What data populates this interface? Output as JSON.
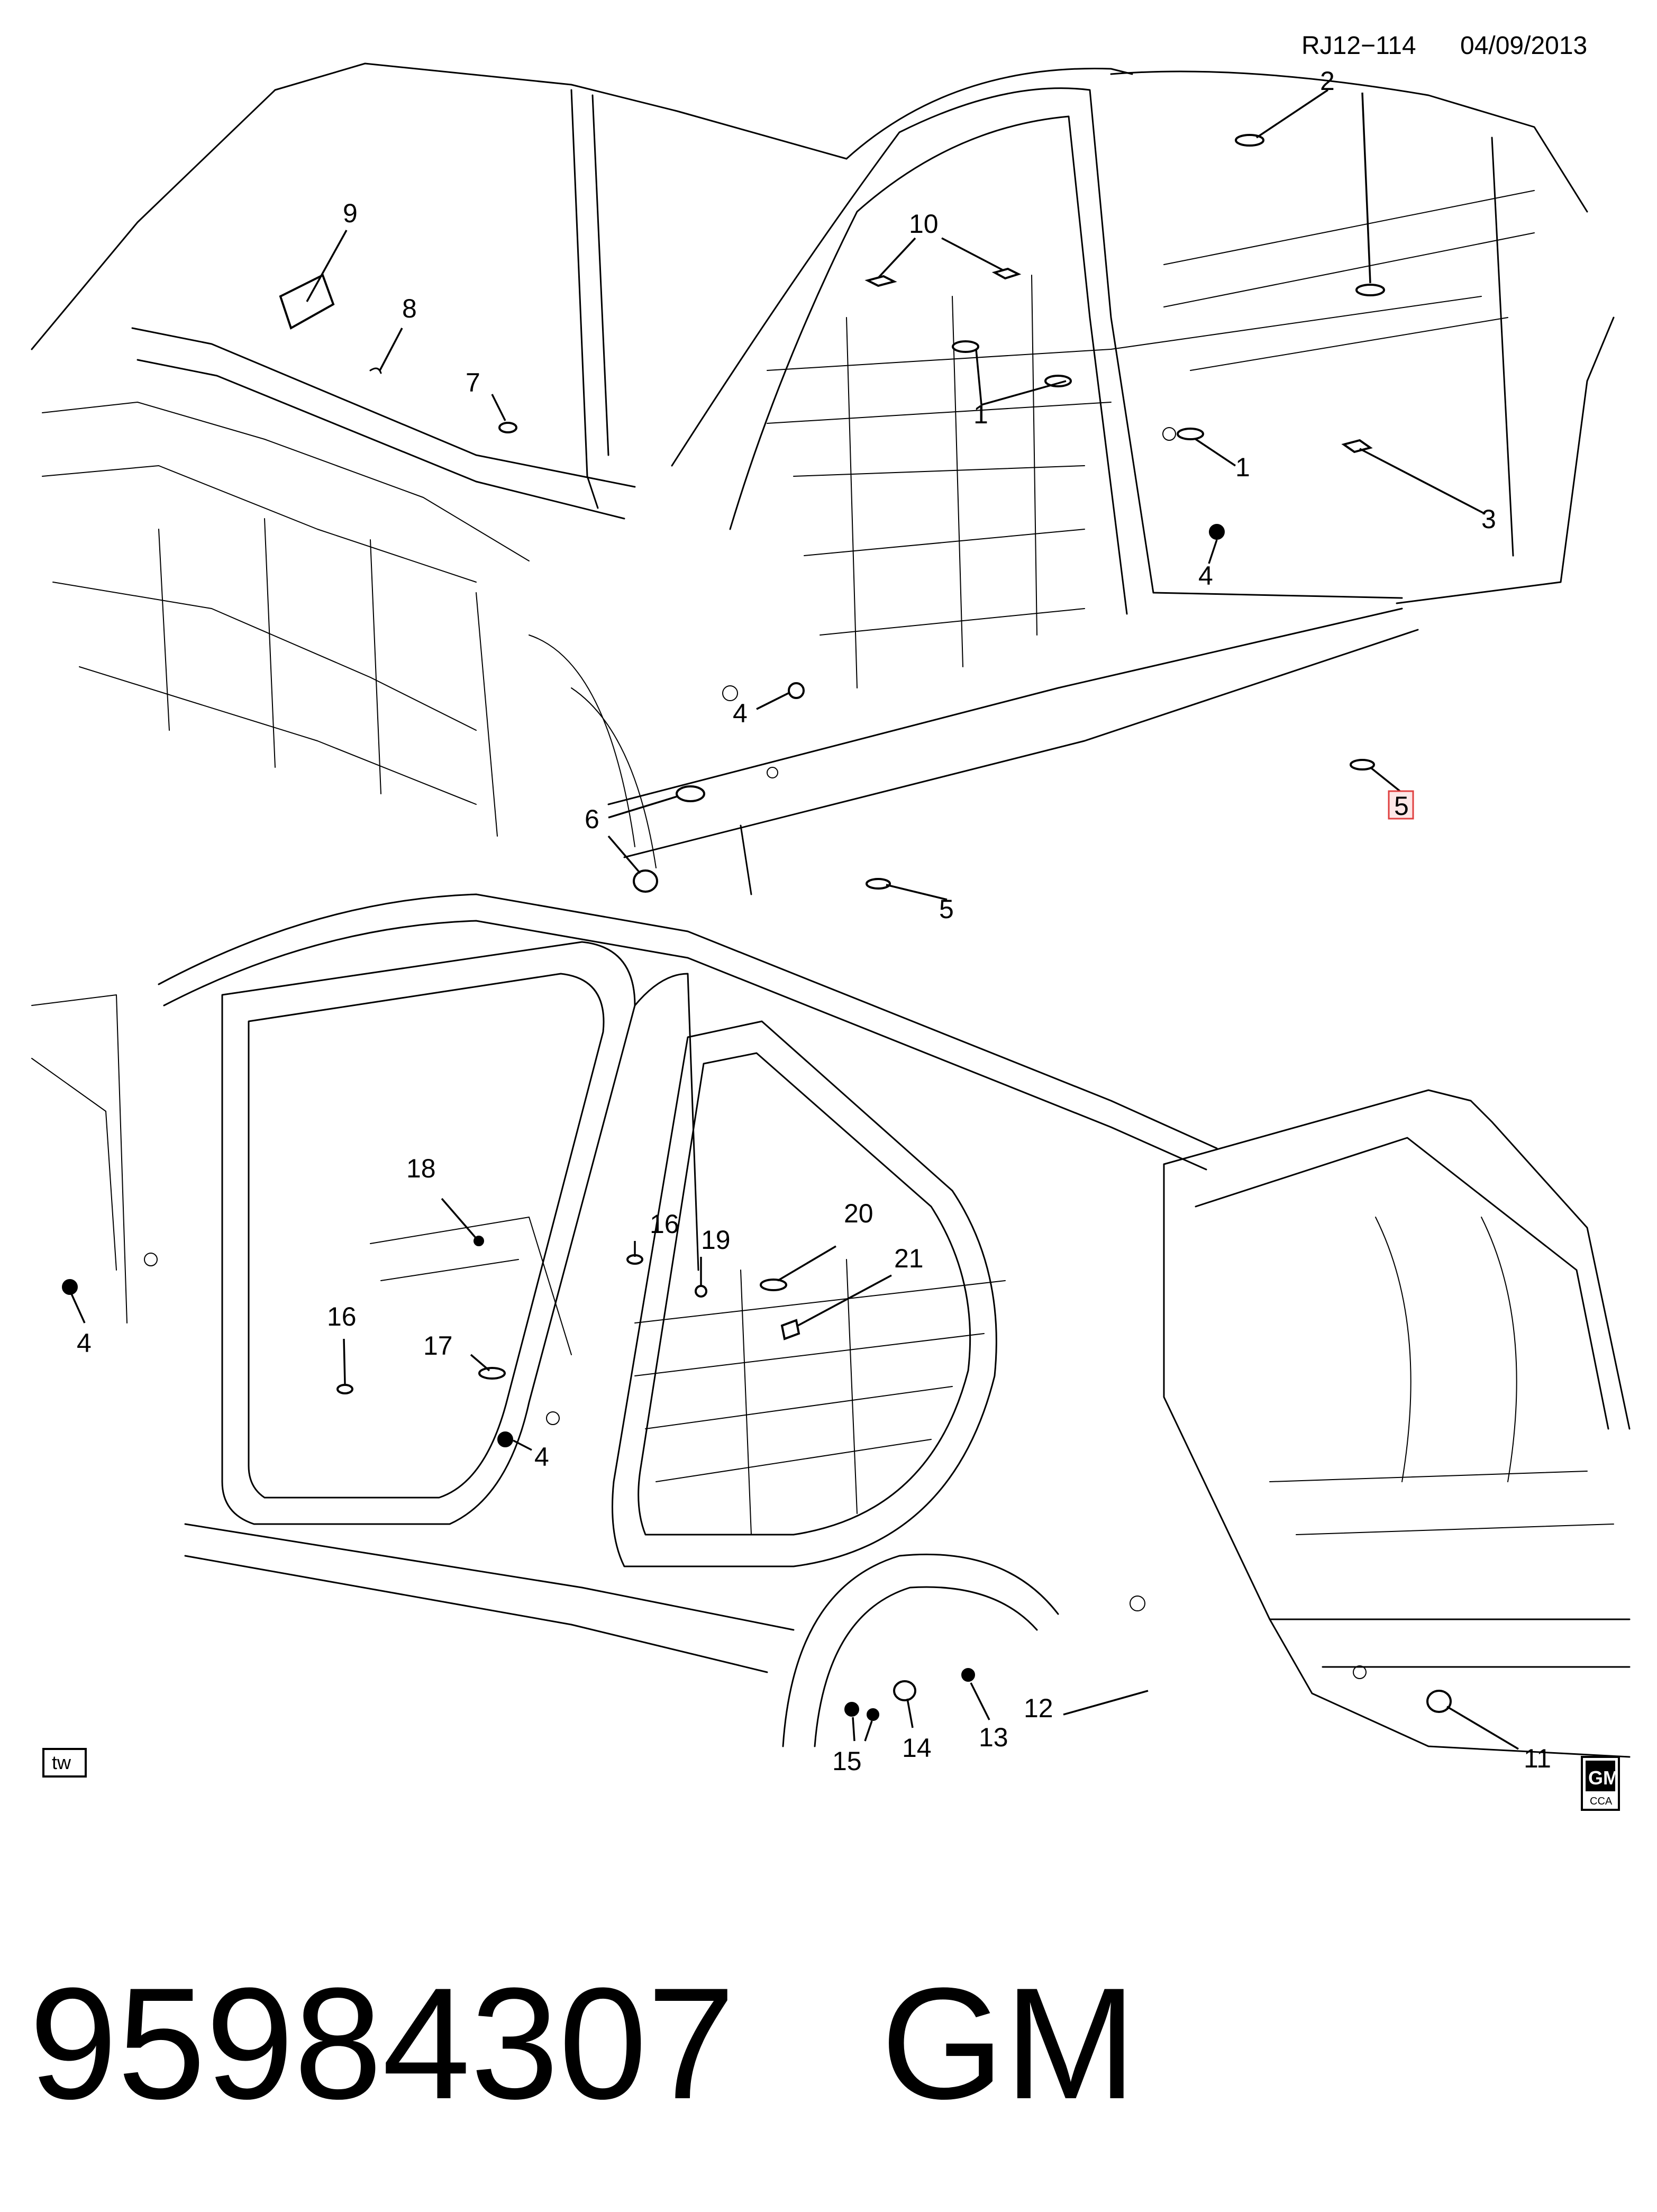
{
  "header": {
    "doc_ref": "RJ12−114",
    "date": "04/09/2013"
  },
  "upper_view_callouts": {
    "c1a": "1",
    "c1b": "1",
    "c2": "2",
    "c3": "3",
    "c4a": "4",
    "c4b": "4",
    "c5a": "5",
    "c5b": "5",
    "c6": "6",
    "c7": "7",
    "c8": "8",
    "c9": "9",
    "c10": "10"
  },
  "lower_view_callouts": {
    "c4a": "4",
    "c4b": "4",
    "c11": "11",
    "c12": "12",
    "c13": "13",
    "c14": "14",
    "c15": "15",
    "c16a": "16",
    "c16b": "16",
    "c17": "17",
    "c18": "18",
    "c19": "19",
    "c20": "20",
    "c21": "21"
  },
  "corner_label": "tw",
  "logo": {
    "brand": "GM",
    "sub": "CCA"
  },
  "footer": {
    "part_number": "95984307",
    "brand": "GM"
  }
}
